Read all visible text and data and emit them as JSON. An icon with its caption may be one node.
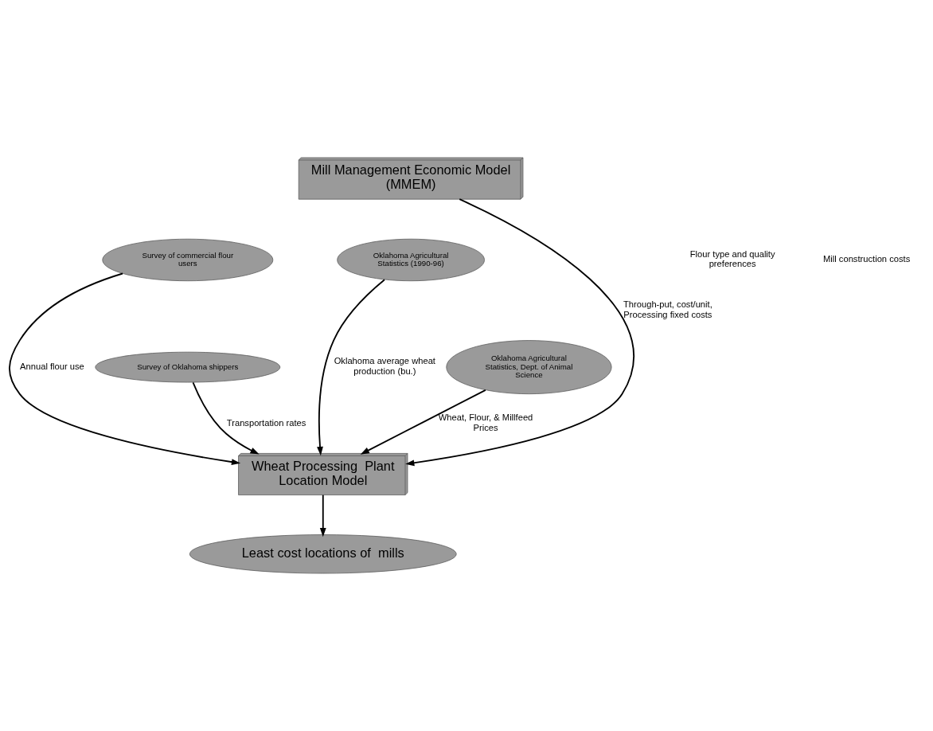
{
  "diagram": {
    "nodes": [
      {
        "text": [
          "Mill Management Economic Model (MMEM)"
        ]
      },
      {
        "text": [
          "Survey of commercial flour users"
        ]
      },
      {
        "text": [
          "Oklahoma Agricultural Statistics (1990-96)"
        ]
      },
      {
        "text": [
          "Wheat Processing  Plant Location Model"
        ]
      },
      {
        "text": [
          "Survey of Oklahoma shippers"
        ]
      },
      {
        "text": [
          "Oklahoma Agricultural Statistics, Dept. of Animal Science"
        ]
      },
      {
        "text": [
          "Least cost locations of  mills"
        ]
      }
    ],
    "edges": [
      {
        "from": 0,
        "to": 3,
        "arrow": "to",
        "label": "Through-put, cost/unit, Processing fixed costs"
      },
      {
        "from": 1,
        "to": 3,
        "arrow": "to",
        "label": "Annual flour use"
      },
      {
        "from": 2,
        "to": 3,
        "arrow": "to",
        "label": "Oklahoma average wheat production (bu.)"
      },
      {
        "from": 4,
        "to": 3,
        "arrow": "to",
        "label": "Transportation rates"
      },
      {
        "from": 5,
        "to": 3,
        "arrow": "to",
        "label": "Wheat, Flour, & Millfeed Prices"
      },
      {
        "from": 3,
        "to": 6,
        "arrow": "to"
      }
    ],
    "labels": [
      "Mill construction costs",
      "Flour type and quality preferences"
    ]
  }
}
